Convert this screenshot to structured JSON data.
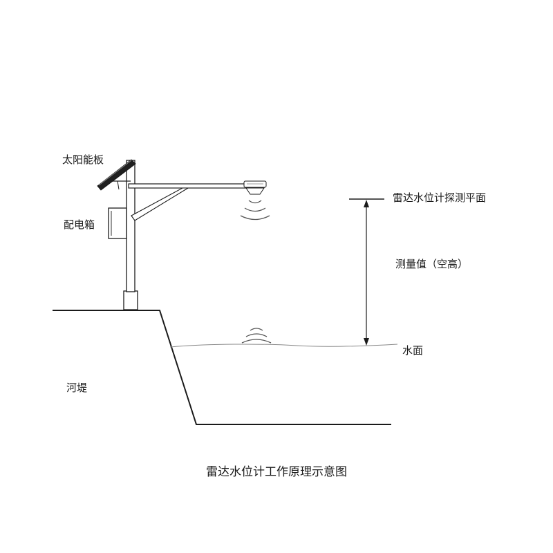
{
  "labels": {
    "solar_panel": "太阳能板",
    "distribution_box": "配电箱",
    "detection_plane": "雷达水位计探测平面",
    "measured_value": "测量值（空高）",
    "water_surface": "水面",
    "riverbank": "河堤"
  },
  "caption": "雷达水位计工作原理示意图",
  "colors": {
    "line": "#1a1a1a",
    "water_line": "#888888",
    "wave": "#555555",
    "background": "#ffffff"
  }
}
